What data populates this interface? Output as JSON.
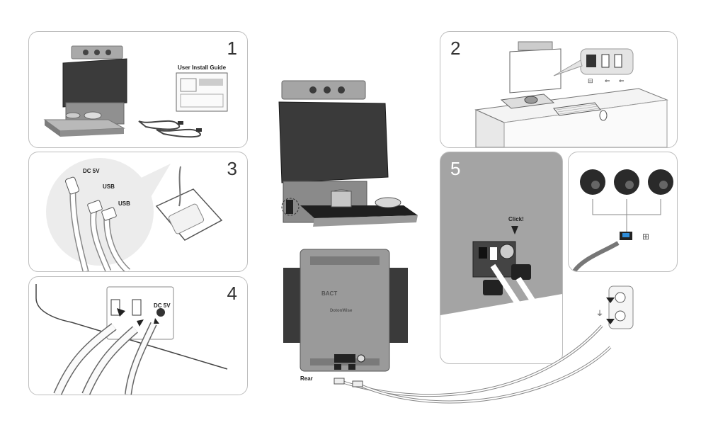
{
  "panels": [
    {
      "number": "1"
    },
    {
      "number": "2"
    },
    {
      "number": "3"
    },
    {
      "number": "4"
    },
    {
      "number": "5"
    }
  ],
  "labels": {
    "install_guide_title": "User Install Guide",
    "dc5v_label": "DC 5V",
    "usb_label": "USB",
    "usb_label_2": "USB",
    "dc5v_label_2": "DC 5V",
    "click_label": "Click!",
    "rear_label": "Rear",
    "device_name": "BACT",
    "device_brand": "DotonWise"
  },
  "colors": {
    "panel_border": "#bdbdbd",
    "device_body": "#8a8a8a",
    "screen": "#3a3a3a",
    "rear_body": "#9a9a9a",
    "panel5_bg": "#a4a4a4"
  },
  "icons": [
    "ethernet-icon",
    "usb-icon",
    "dc-power-icon",
    "power-plug-icon",
    "camera-sphere-icon",
    "network-icon"
  ]
}
